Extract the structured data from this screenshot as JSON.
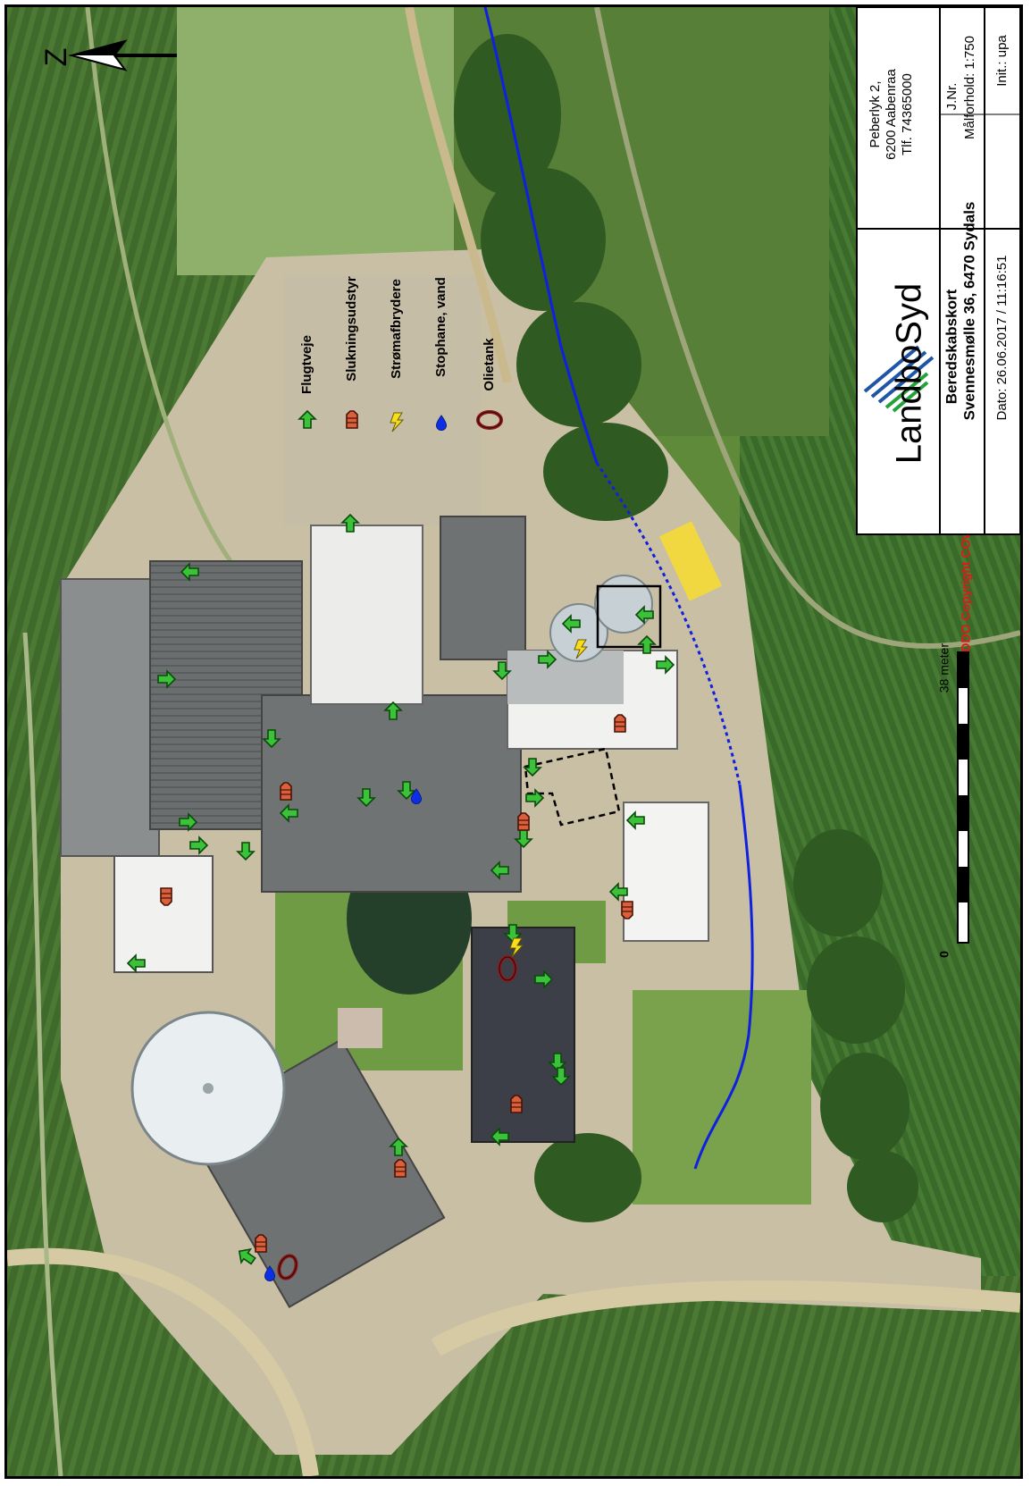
{
  "north_label": "Z",
  "legend": {
    "items": [
      {
        "label": "Flugtveje",
        "symbol": "escape-route-arrow",
        "color": "#2fb52a"
      },
      {
        "label": "Slukningsudstyr",
        "symbol": "fire-extinguisher",
        "color": "#c84a2a"
      },
      {
        "label": "Strømafbrydere",
        "symbol": "power-switch-bolt",
        "color": "#f5d21a"
      },
      {
        "label": "Stophane, vand",
        "symbol": "water-drop",
        "color": "#0b2fe0"
      },
      {
        "label": "Olietank",
        "symbol": "oil-tank-ring",
        "color": "#8b1a1a"
      }
    ]
  },
  "title_block": {
    "logo_text": "LandboSyd",
    "address_1": "Peberlyk 2,",
    "address_2": "6200 Aabenraa",
    "phone": "Tlf. 74365000",
    "map_type": "Beredskabskort",
    "property": "Svennesmølle 36, 6470 Sydals",
    "date": "Dato: 26.06.2017 / 11:16:51",
    "jnr": "J.Nr.",
    "scale": "Målforhold: 1:750",
    "initials": "Init.: upa"
  },
  "scalebar": {
    "start": "0",
    "end_label": "38 meter"
  },
  "copyright": "DDO Copyright COWI",
  "colors": {
    "water_line": "#1020e0",
    "escape": "#2fb52a",
    "fire": "#c84a2a",
    "power": "#f5d21a",
    "tank": "#8b1a1a"
  }
}
